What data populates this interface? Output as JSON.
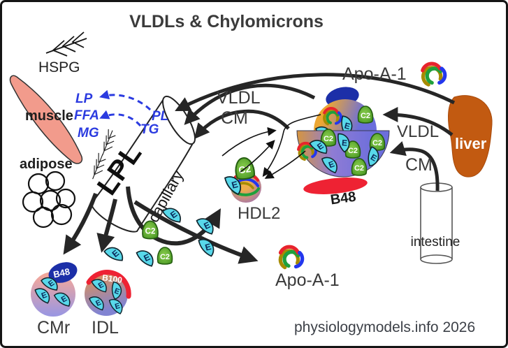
{
  "labels": {
    "title": "VLDLs & Chylomicrons",
    "hspg": "HSPG",
    "muscle": "muscle",
    "adipose": "adipose",
    "lp": "LP",
    "ffa": "FFA",
    "mg": "MG",
    "pl": "PL",
    "tg": "TG",
    "lpl": "LPL",
    "capillary": "capillary",
    "vldl_mid": "VLDL",
    "cm_mid": "CM",
    "apo_top": "Apo-A-1",
    "liver": "liver",
    "vldl_liver": "VLDL",
    "cm_intestine": "CM",
    "intestine": "intestine",
    "hdl2": "HDL2",
    "b48_big": "B48",
    "apo_bottom": "Apo-A-1",
    "cmr": "CMr",
    "idl": "IDL",
    "b48_cmr": "B48",
    "b100_idl": "B100",
    "footer": "physiologymodels.info 2026"
  },
  "glyphs": {
    "e": "E",
    "c2": "C2"
  },
  "colors": {
    "muscle": "#F29B8C",
    "liver": "#C25A11",
    "blue_label": "#2B3BE0",
    "arrow": "#262626",
    "crescent_cyan": "#58D8EA",
    "c2_green": "#3F8F1E",
    "b48_cap": "#1C2FA8",
    "b100_arc": "#EE2233",
    "red_blob": "#EE2233",
    "particle_orange": "#ECA733",
    "particle_periwinkle": "#6B6EDC",
    "title_text": "#3B3B3B",
    "footer_text": "#3D4148"
  }
}
